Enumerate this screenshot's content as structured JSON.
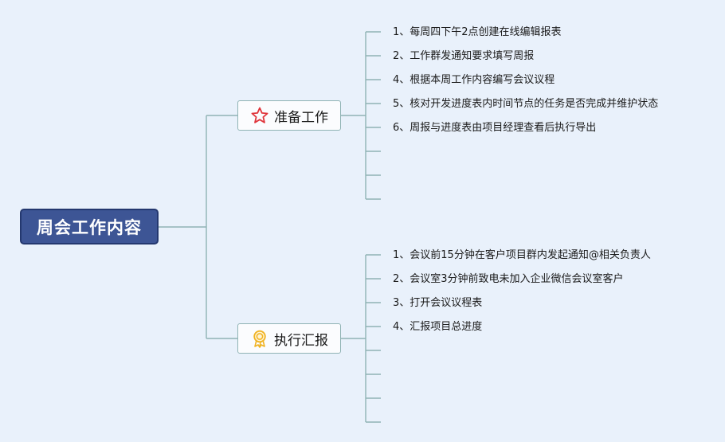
{
  "root": {
    "label": "周会工作内容"
  },
  "branches": [
    {
      "label": "准备工作",
      "icon": "star-icon",
      "items": [
        "1、每周四下午2点创建在线编辑报表",
        "2、工作群发通知要求填写周报",
        "4、根据本周工作内容编写会议议程",
        "5、核对开发进度表内时间节点的任务是否完成并维护状态",
        "6、周报与进度表由项目经理查看后执行导出"
      ]
    },
    {
      "label": "执行汇报",
      "icon": "medal-icon",
      "items": [
        "1、会议前15分钟在客户项目群内发起通知@相关负责人",
        "2、会议室3分钟前致电未加入企业微信会议室客户",
        "3、打开会议议程表",
        "4、汇报项目总进度"
      ]
    }
  ],
  "colors": {
    "background": "#e9f1fb",
    "root_fill": "#3d5595",
    "connector": "#8fb3b4",
    "star": "#e0343b",
    "medal": "#f0b323"
  }
}
